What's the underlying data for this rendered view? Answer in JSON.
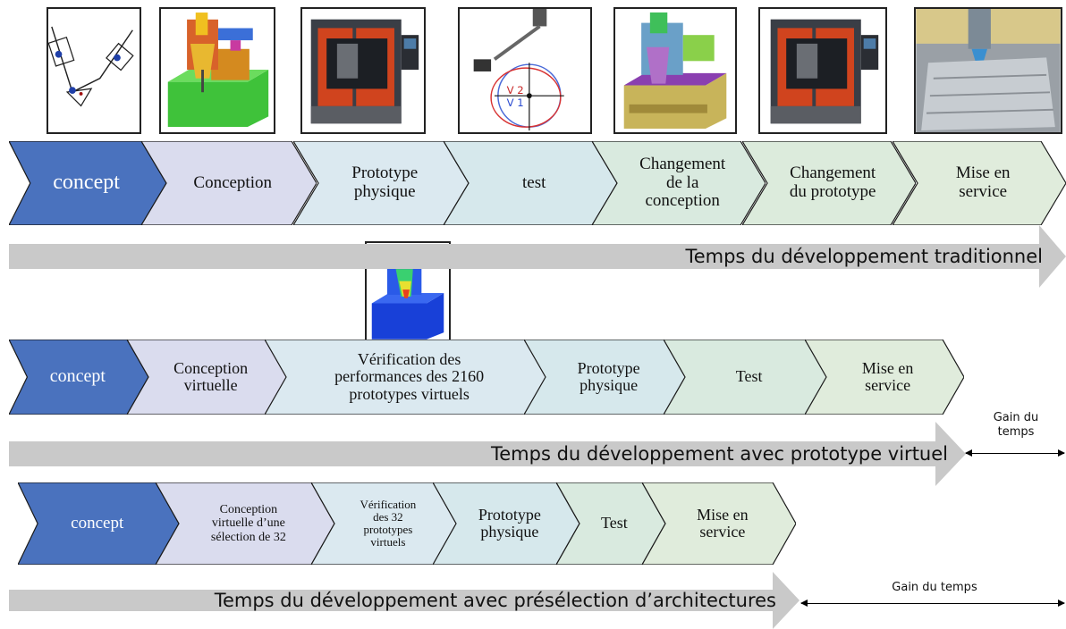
{
  "rows": [
    {
      "steps": [
        {
          "label": "concept",
          "fill": "#4a72be"
        },
        {
          "label": "Conception",
          "fill": "#dadcee"
        },
        {
          "label": "Prototype\nphysique",
          "fill": "#dbe9f0"
        },
        {
          "label": "test",
          "fill": "#d6e8ec"
        },
        {
          "label": "Changement\nde la\nconception",
          "fill": "#d9eadf"
        },
        {
          "label": "Changement\ndu prototype",
          "fill": "#dcebdc"
        },
        {
          "label": "Mise en\nservice",
          "fill": "#e0ecdc"
        }
      ],
      "timeline": "Temps du développement traditionnel"
    },
    {
      "steps": [
        {
          "label": "concept",
          "fill": "#4a72be"
        },
        {
          "label": "Conception\nvirtuelle",
          "fill": "#dadcee"
        },
        {
          "label": "Vérification des\nperformances des 2160\nprototypes virtuels",
          "fill": "#dbe9f0"
        },
        {
          "label": "Prototype\nphysique",
          "fill": "#d6e8ec"
        },
        {
          "label": "Test",
          "fill": "#d9eadf"
        },
        {
          "label": "Mise en\nservice",
          "fill": "#e0ecdc"
        }
      ],
      "timeline": "Temps du développement avec prototype virtuel",
      "gain": "Gain du\ntemps"
    },
    {
      "steps": [
        {
          "label": "concept",
          "fill": "#4a72be"
        },
        {
          "label": "Conception\nvirtuelle d’une\nsélection de 32",
          "fill": "#dadcee"
        },
        {
          "label": "Vérification\ndes  32\nprototypes\nvirtuels",
          "fill": "#dbe9f0"
        },
        {
          "label": "Prototype\nphysique",
          "fill": "#d6e8ec"
        },
        {
          "label": "Test",
          "fill": "#d9eadf"
        },
        {
          "label": "Mise en\nservice",
          "fill": "#e0ecdc"
        }
      ],
      "timeline": "Temps du développement avec présélection d’architectures",
      "gain": "Gain du temps"
    }
  ],
  "images": [
    {
      "icon": "kinematic-sketch-icon"
    },
    {
      "icon": "cad-machine-green-icon"
    },
    {
      "icon": "cnc-machine-photo-icon"
    },
    {
      "icon": "circular-test-plot-icon"
    },
    {
      "icon": "cad-machine-modified-icon"
    },
    {
      "icon": "cnc-machine-photo-icon"
    },
    {
      "icon": "machined-part-photo-icon"
    },
    {
      "icon": "fea-simulation-icon"
    }
  ],
  "diagram_texts": {
    "circle_labels": [
      "V 2",
      "V 1"
    ]
  },
  "colors": {
    "first_step": "#4a72be",
    "timeline_arrow": "#c9c9c9",
    "step_outline": "#1a1a1a"
  }
}
